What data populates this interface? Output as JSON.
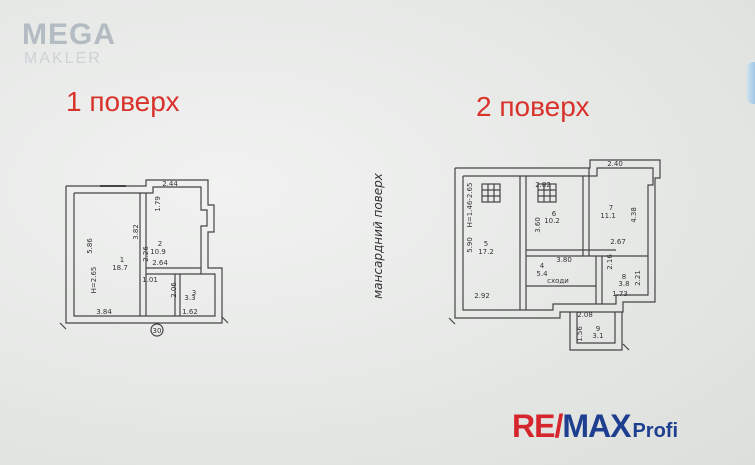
{
  "watermark": {
    "brand": "MEGA",
    "sub": "MAKLER"
  },
  "floors": [
    {
      "title": "1 поверх"
    },
    {
      "title": "2 поверх"
    }
  ],
  "mansard_label": "мансардний поверх",
  "plan1": {
    "labels": [
      "2.44",
      "1.79",
      "3.82",
      "2.26",
      "2",
      "10.9",
      "5.86",
      "1",
      "18.7",
      "H=2.65",
      "1.01",
      "2.64",
      "2.06",
      "3",
      "3.3",
      "3.84",
      "1.62",
      "30"
    ]
  },
  "plan2": {
    "labels": [
      "2.40",
      "2.82",
      "H=1.46-2.65",
      "5.90",
      "5",
      "17.2",
      "3.60",
      "6",
      "10.2",
      "7",
      "11.1",
      "4.38",
      "2.67",
      "3.80",
      "4",
      "5.4",
      "2.16",
      "8",
      "3.8",
      "2.21",
      "2.92",
      "сходи",
      "1.73",
      "2.08",
      "1.56",
      "9",
      "3.1"
    ]
  },
  "logo": {
    "re": "RE/",
    "max": "MAX",
    "profi": "Profi"
  },
  "colors": {
    "title_red": "#d9322b",
    "logo_red": "#d5262e",
    "logo_blue": "#1e3f8f"
  }
}
